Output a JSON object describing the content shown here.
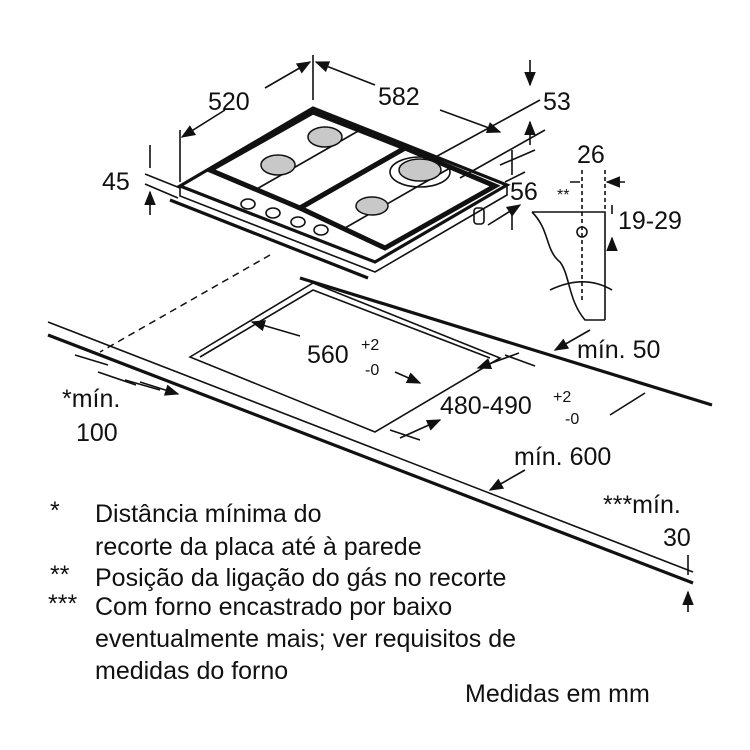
{
  "dimensions": {
    "depth": "520",
    "width": "582",
    "top_gap": "53",
    "height": "45",
    "gas_offset": "26",
    "gas_marker": "**",
    "gas_height": "19-29",
    "base_height": "56",
    "cutout_width": "560",
    "cutout_width_tol_plus": "+2",
    "cutout_width_tol_minus": "-0",
    "rear_min": "mín. 50",
    "cutout_depth": "480-490",
    "cutout_depth_tol_plus": "+2",
    "cutout_depth_tol_minus": "-0",
    "wall_min_label": "*mín.",
    "wall_min_value": "100",
    "worktop_min": "mín. 600",
    "oven_min_label": "***mín.",
    "oven_min_value": "30"
  },
  "footnotes": [
    {
      "mark": "*",
      "lines": [
        "Distância mínima do",
        "recorte da placa até à parede"
      ]
    },
    {
      "mark": "**",
      "lines": [
        "Posição da ligação do gás no recorte"
      ]
    },
    {
      "mark": "***",
      "lines": [
        "Com forno encastrado por baixo",
        "eventualmente mais; ver requisitos de",
        "medidas do forno"
      ]
    }
  ],
  "units_note": "Medidas em mm"
}
